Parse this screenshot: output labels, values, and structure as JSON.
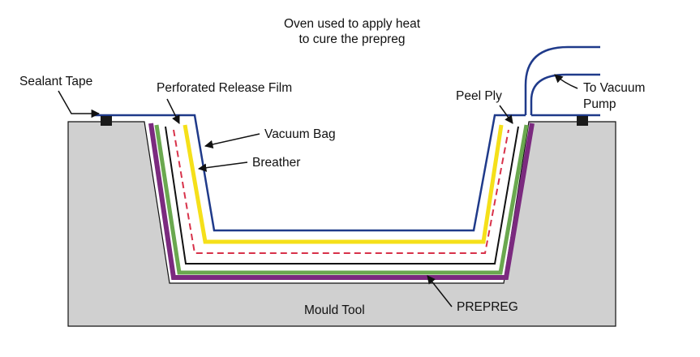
{
  "title_lines": [
    "Oven used to apply heat",
    "to cure the prepreg"
  ],
  "labels": {
    "sealant_tape": "Sealant Tape",
    "perforated_release_film": "Perforated Release Film",
    "vacuum_bag": "Vacuum Bag",
    "breather": "Breather",
    "peel_ply": "Peel Ply",
    "to_vacuum_pump_line1": "To Vacuum",
    "to_vacuum_pump_line2": "Pump",
    "mould_tool": "Mould Tool",
    "prepreg": "PREPREG"
  },
  "colors": {
    "vacuum_bag": "#1f3a8a",
    "breather": "#f5e01a",
    "release_film": "#d8324a",
    "peel_ply": "#111111",
    "prepreg_green": "#6aa84f",
    "prepreg_purple": "#7b2a7f",
    "mould_tool": "#d0d0d0",
    "sealant_tape": "#1a1a1a"
  }
}
